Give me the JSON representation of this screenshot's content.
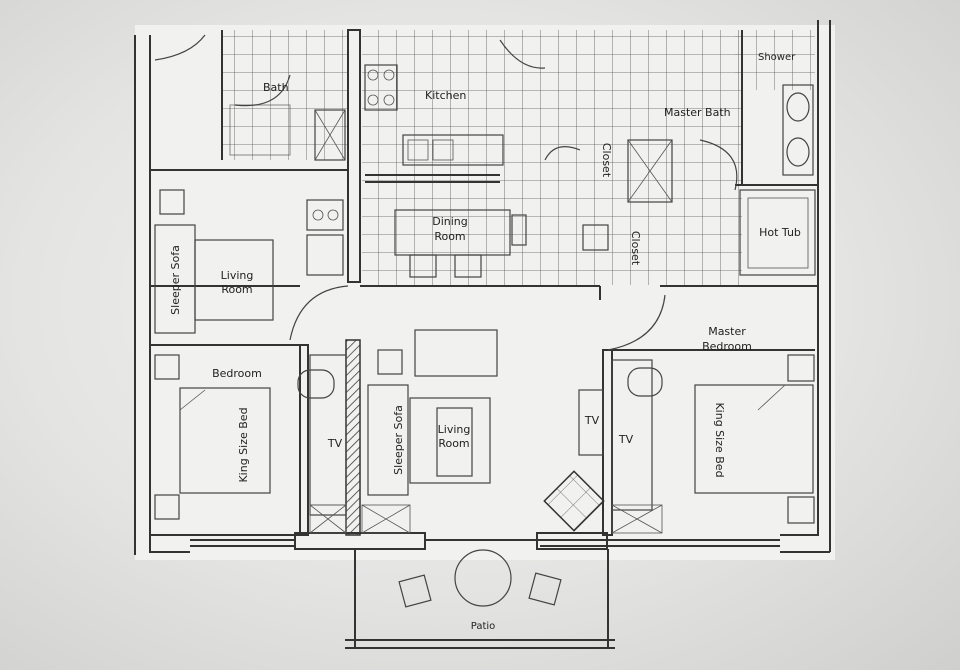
{
  "floor_plan": {
    "rooms": {
      "bath": "Bath",
      "kitchen": "Kitchen",
      "master_bath": "Master Bath",
      "shower": "Shower",
      "closet_1": "Closet",
      "closet_2": "Closet",
      "dining_room_line1": "Dining",
      "dining_room_line2": "Room",
      "hot_tub": "Hot Tub",
      "living_room_1_line1": "Living",
      "living_room_1_line2": "Room",
      "living_room_2_line1": "Living",
      "living_room_2_line2": "Room",
      "master_bedroom_line1": "Master",
      "master_bedroom_line2": "Bedroom",
      "bedroom": "Bedroom",
      "patio": "Patio"
    },
    "furniture": {
      "sleeper_sofa_1": "Sleeper Sofa",
      "sleeper_sofa_2": "Sleeper Sofa",
      "king_bed_1": "King Size Bed",
      "king_bed_2": "King Size Bed",
      "tv_1": "TV",
      "tv_2": "TV",
      "tv_3": "TV"
    }
  }
}
